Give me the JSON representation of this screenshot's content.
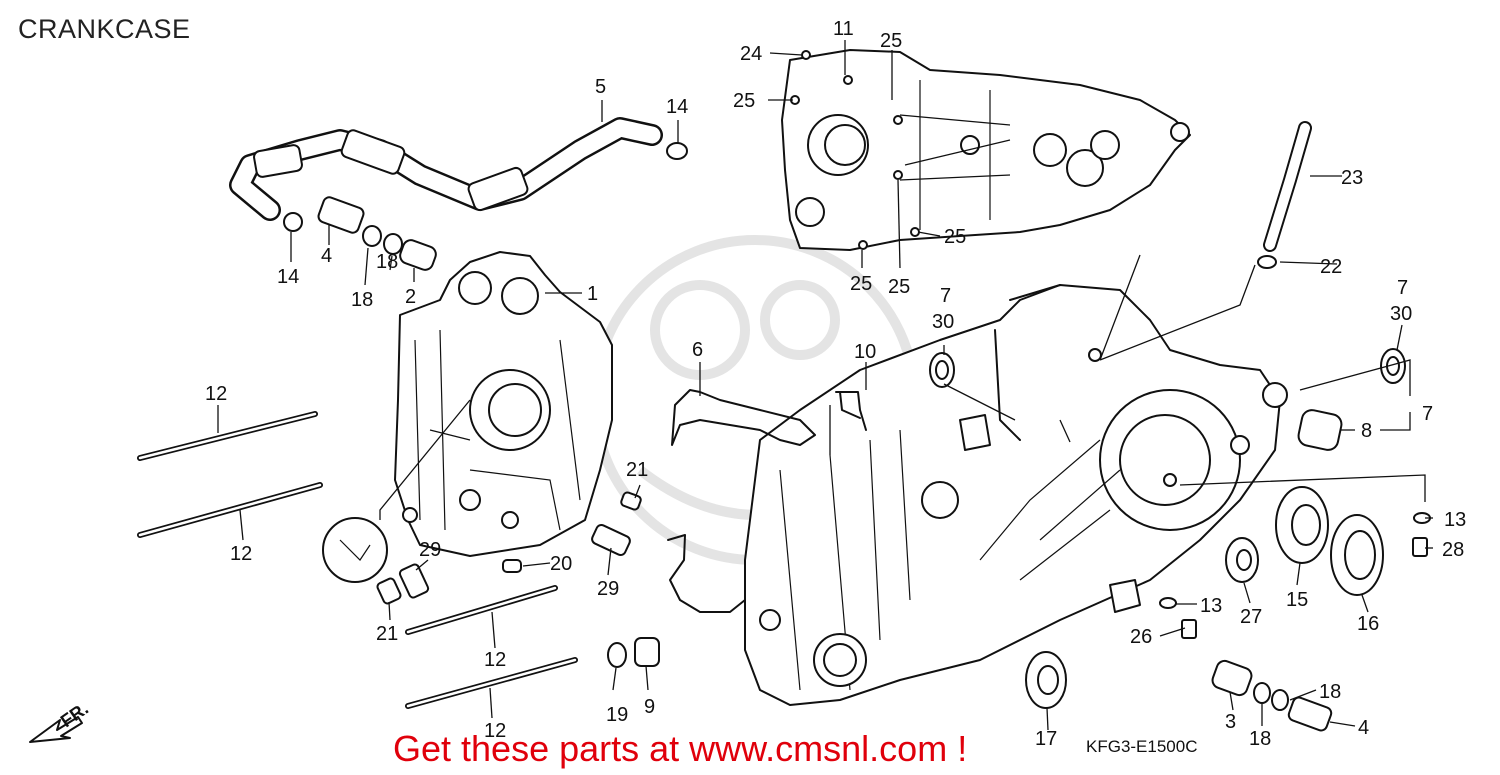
{
  "diagram": {
    "title": "CRANKCASE",
    "banner": "Get these parts at www.cmsnl.com !",
    "diagram_code": "KFG3-E1500C",
    "direction_label": "FR.",
    "accent_color": "#e0000b"
  },
  "callouts": [
    {
      "id": "c1",
      "label": "1"
    },
    {
      "id": "c2",
      "label": "2"
    },
    {
      "id": "c3",
      "label": "3"
    },
    {
      "id": "c4a",
      "label": "4"
    },
    {
      "id": "c4b",
      "label": "4"
    },
    {
      "id": "c5",
      "label": "5"
    },
    {
      "id": "c6",
      "label": "6"
    },
    {
      "id": "c7a",
      "label": "7"
    },
    {
      "id": "c7b",
      "label": "7"
    },
    {
      "id": "c7c",
      "label": "7"
    },
    {
      "id": "c8",
      "label": "8"
    },
    {
      "id": "c9",
      "label": "9"
    },
    {
      "id": "c10",
      "label": "10"
    },
    {
      "id": "c11",
      "label": "11"
    },
    {
      "id": "c12a",
      "label": "12"
    },
    {
      "id": "c12b",
      "label": "12"
    },
    {
      "id": "c12c",
      "label": "12"
    },
    {
      "id": "c12d",
      "label": "12"
    },
    {
      "id": "c13a",
      "label": "13"
    },
    {
      "id": "c13b",
      "label": "13"
    },
    {
      "id": "c14a",
      "label": "14"
    },
    {
      "id": "c14b",
      "label": "14"
    },
    {
      "id": "c15",
      "label": "15"
    },
    {
      "id": "c16",
      "label": "16"
    },
    {
      "id": "c17",
      "label": "17"
    },
    {
      "id": "c18a",
      "label": "18"
    },
    {
      "id": "c18b",
      "label": "18"
    },
    {
      "id": "c18c",
      "label": "18"
    },
    {
      "id": "c18d",
      "label": "18"
    },
    {
      "id": "c19",
      "label": "19"
    },
    {
      "id": "c20",
      "label": "20"
    },
    {
      "id": "c21a",
      "label": "21"
    },
    {
      "id": "c21b",
      "label": "21"
    },
    {
      "id": "c22",
      "label": "22"
    },
    {
      "id": "c23",
      "label": "23"
    },
    {
      "id": "c24",
      "label": "24"
    },
    {
      "id": "c25a",
      "label": "25"
    },
    {
      "id": "c25b",
      "label": "25"
    },
    {
      "id": "c25c",
      "label": "25"
    },
    {
      "id": "c25d",
      "label": "25"
    },
    {
      "id": "c25e",
      "label": "25"
    },
    {
      "id": "c26",
      "label": "26"
    },
    {
      "id": "c27",
      "label": "27"
    },
    {
      "id": "c28",
      "label": "28"
    },
    {
      "id": "c29a",
      "label": "29"
    },
    {
      "id": "c29b",
      "label": "29"
    },
    {
      "id": "c30a",
      "label": "30"
    },
    {
      "id": "c30b",
      "label": "30"
    }
  ]
}
